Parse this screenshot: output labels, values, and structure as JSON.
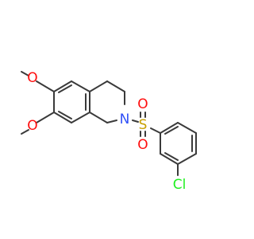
{
  "colors": {
    "bond": "#3a3a3a",
    "oxygen": "#ff0d0d",
    "nitrogen": "#3050f8",
    "sulfur": "#c8a000",
    "chlorine": "#1ff01f"
  },
  "atoms": {
    "o_top": "O",
    "o_bottom": "O",
    "n": "N",
    "s": "S",
    "o_sulfonyl_top": "O",
    "o_sulfonyl_bottom": "O",
    "cl": "Cl"
  }
}
